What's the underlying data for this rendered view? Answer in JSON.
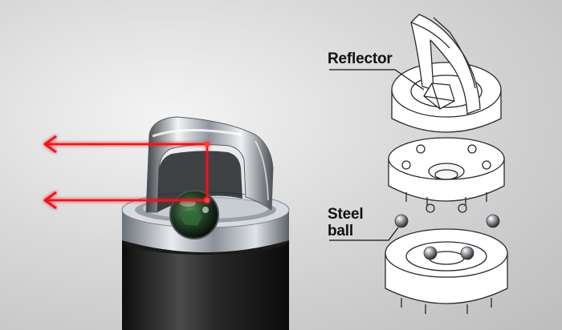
{
  "labels": {
    "reflector": "Reflector",
    "steel_line1": "Steel",
    "steel_line2": "ball"
  },
  "colors": {
    "laser": "#e8141a",
    "background_light": "#f4f4f4",
    "background_dark": "#bdbdbd",
    "part_outline": "#2a2a2a",
    "chrome": "#b9bec4"
  }
}
